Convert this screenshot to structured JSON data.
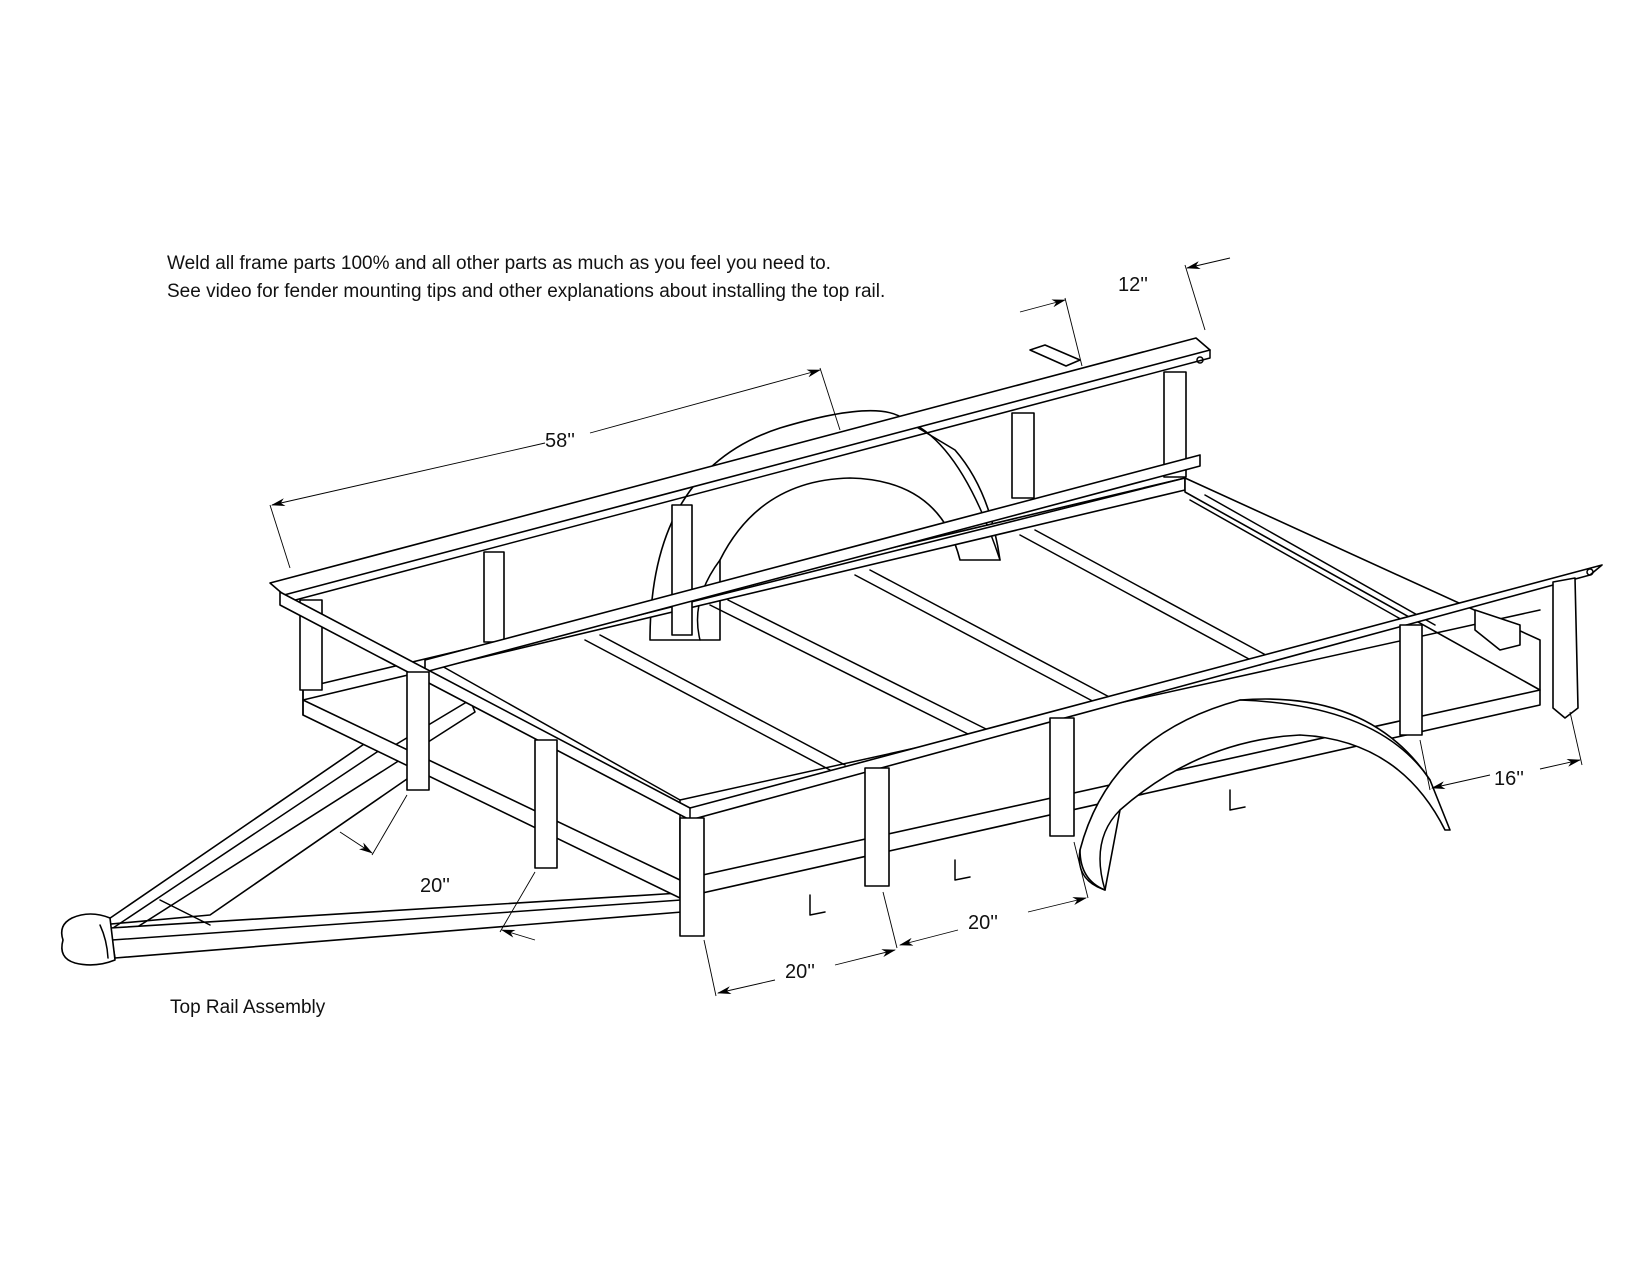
{
  "notes": {
    "line1": "Weld all frame parts 100% and all other parts as much as you feel you need to.",
    "line2": "See video for fender mounting tips and other explanations about installing the top rail."
  },
  "caption": "Top Rail Assembly",
  "dimensions": {
    "top_rail_length": "58''",
    "top_rail_overhang": "12''",
    "rear_post_offset": "16''",
    "tongue_post_spacing": "20''",
    "side_post_spacing_a": "20''",
    "side_post_spacing_b": "20''"
  }
}
